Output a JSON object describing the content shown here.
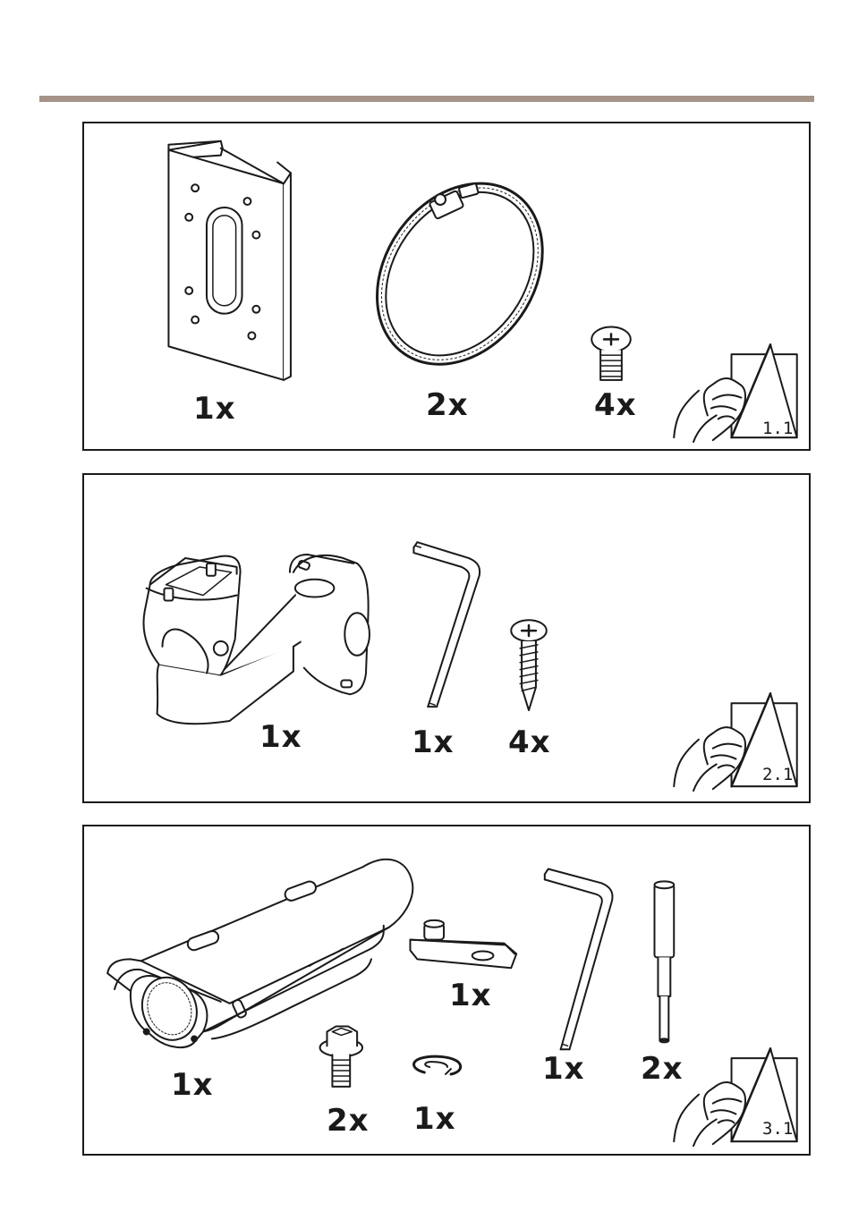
{
  "style": {
    "rule_color": "#a69488",
    "line_color": "#1a1a1a"
  },
  "panels": [
    {
      "step_ref": "1.1",
      "step_icon": "hand-turning-page-icon",
      "items": [
        {
          "name": "mounting-plate",
          "qty": "1x"
        },
        {
          "name": "hose-clamp",
          "qty": "2x"
        },
        {
          "name": "machine-screw",
          "qty": "4x"
        }
      ]
    },
    {
      "step_ref": "2.1",
      "step_icon": "hand-turning-page-icon",
      "items": [
        {
          "name": "wall-bracket",
          "qty": "1x"
        },
        {
          "name": "hex-key",
          "qty": "1x"
        },
        {
          "name": "wood-screw",
          "qty": "4x"
        }
      ]
    },
    {
      "step_ref": "3.1",
      "step_icon": "hand-turning-page-icon",
      "items": [
        {
          "name": "camera-housing",
          "qty": "1x"
        },
        {
          "name": "mounting-clip",
          "qty": "1x"
        },
        {
          "name": "hex-flange-screw",
          "qty": "2x"
        },
        {
          "name": "split-washer",
          "qty": "1x"
        },
        {
          "name": "hex-key",
          "qty": "1x"
        },
        {
          "name": "screw-bit",
          "qty": "2x"
        }
      ]
    }
  ]
}
